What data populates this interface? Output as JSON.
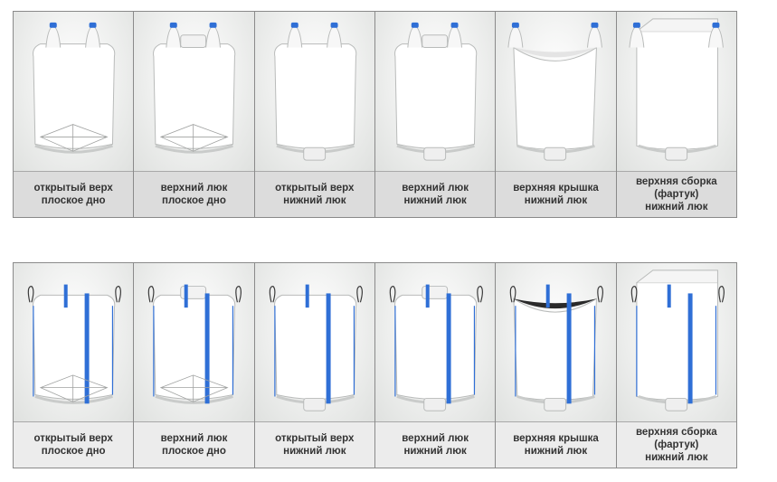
{
  "colors": {
    "loop": "#2f6fd6",
    "bag": "#ffffff",
    "shadow": "#c9cbca"
  },
  "rows": [
    {
      "style": "tunnel-loops",
      "items": [
        {
          "caption": "открытый верх\nплоское дно",
          "top": "open",
          "bottom": "flat"
        },
        {
          "caption": "верхний люк\nплоское дно",
          "top": "spout",
          "bottom": "flat"
        },
        {
          "caption": "открытый верх\nнижний люк",
          "top": "open",
          "bottom": "spout"
        },
        {
          "caption": "верхний люк\nнижний люк",
          "top": "spout",
          "bottom": "spout"
        },
        {
          "caption": "верхняя крышка\nнижний люк",
          "top": "lid",
          "bottom": "spout"
        },
        {
          "caption": "верхняя сборка\n(фартук)\nнижний люк",
          "top": "skirt",
          "bottom": "spout"
        }
      ]
    },
    {
      "style": "corner-loops",
      "items": [
        {
          "caption": "открытый верх\nплоское дно",
          "top": "open",
          "bottom": "flat"
        },
        {
          "caption": "верхний люк\nплоское дно",
          "top": "spout",
          "bottom": "flat"
        },
        {
          "caption": "открытый верх\nнижний люк",
          "top": "open",
          "bottom": "spout"
        },
        {
          "caption": "верхний люк\nнижний люк",
          "top": "spout",
          "bottom": "spout"
        },
        {
          "caption": "верхняя крышка\nнижний люк",
          "top": "lid",
          "bottom": "spout"
        },
        {
          "caption": "верхняя сборка\n(фартук)\nнижний люк",
          "top": "skirt",
          "bottom": "spout"
        }
      ]
    }
  ]
}
